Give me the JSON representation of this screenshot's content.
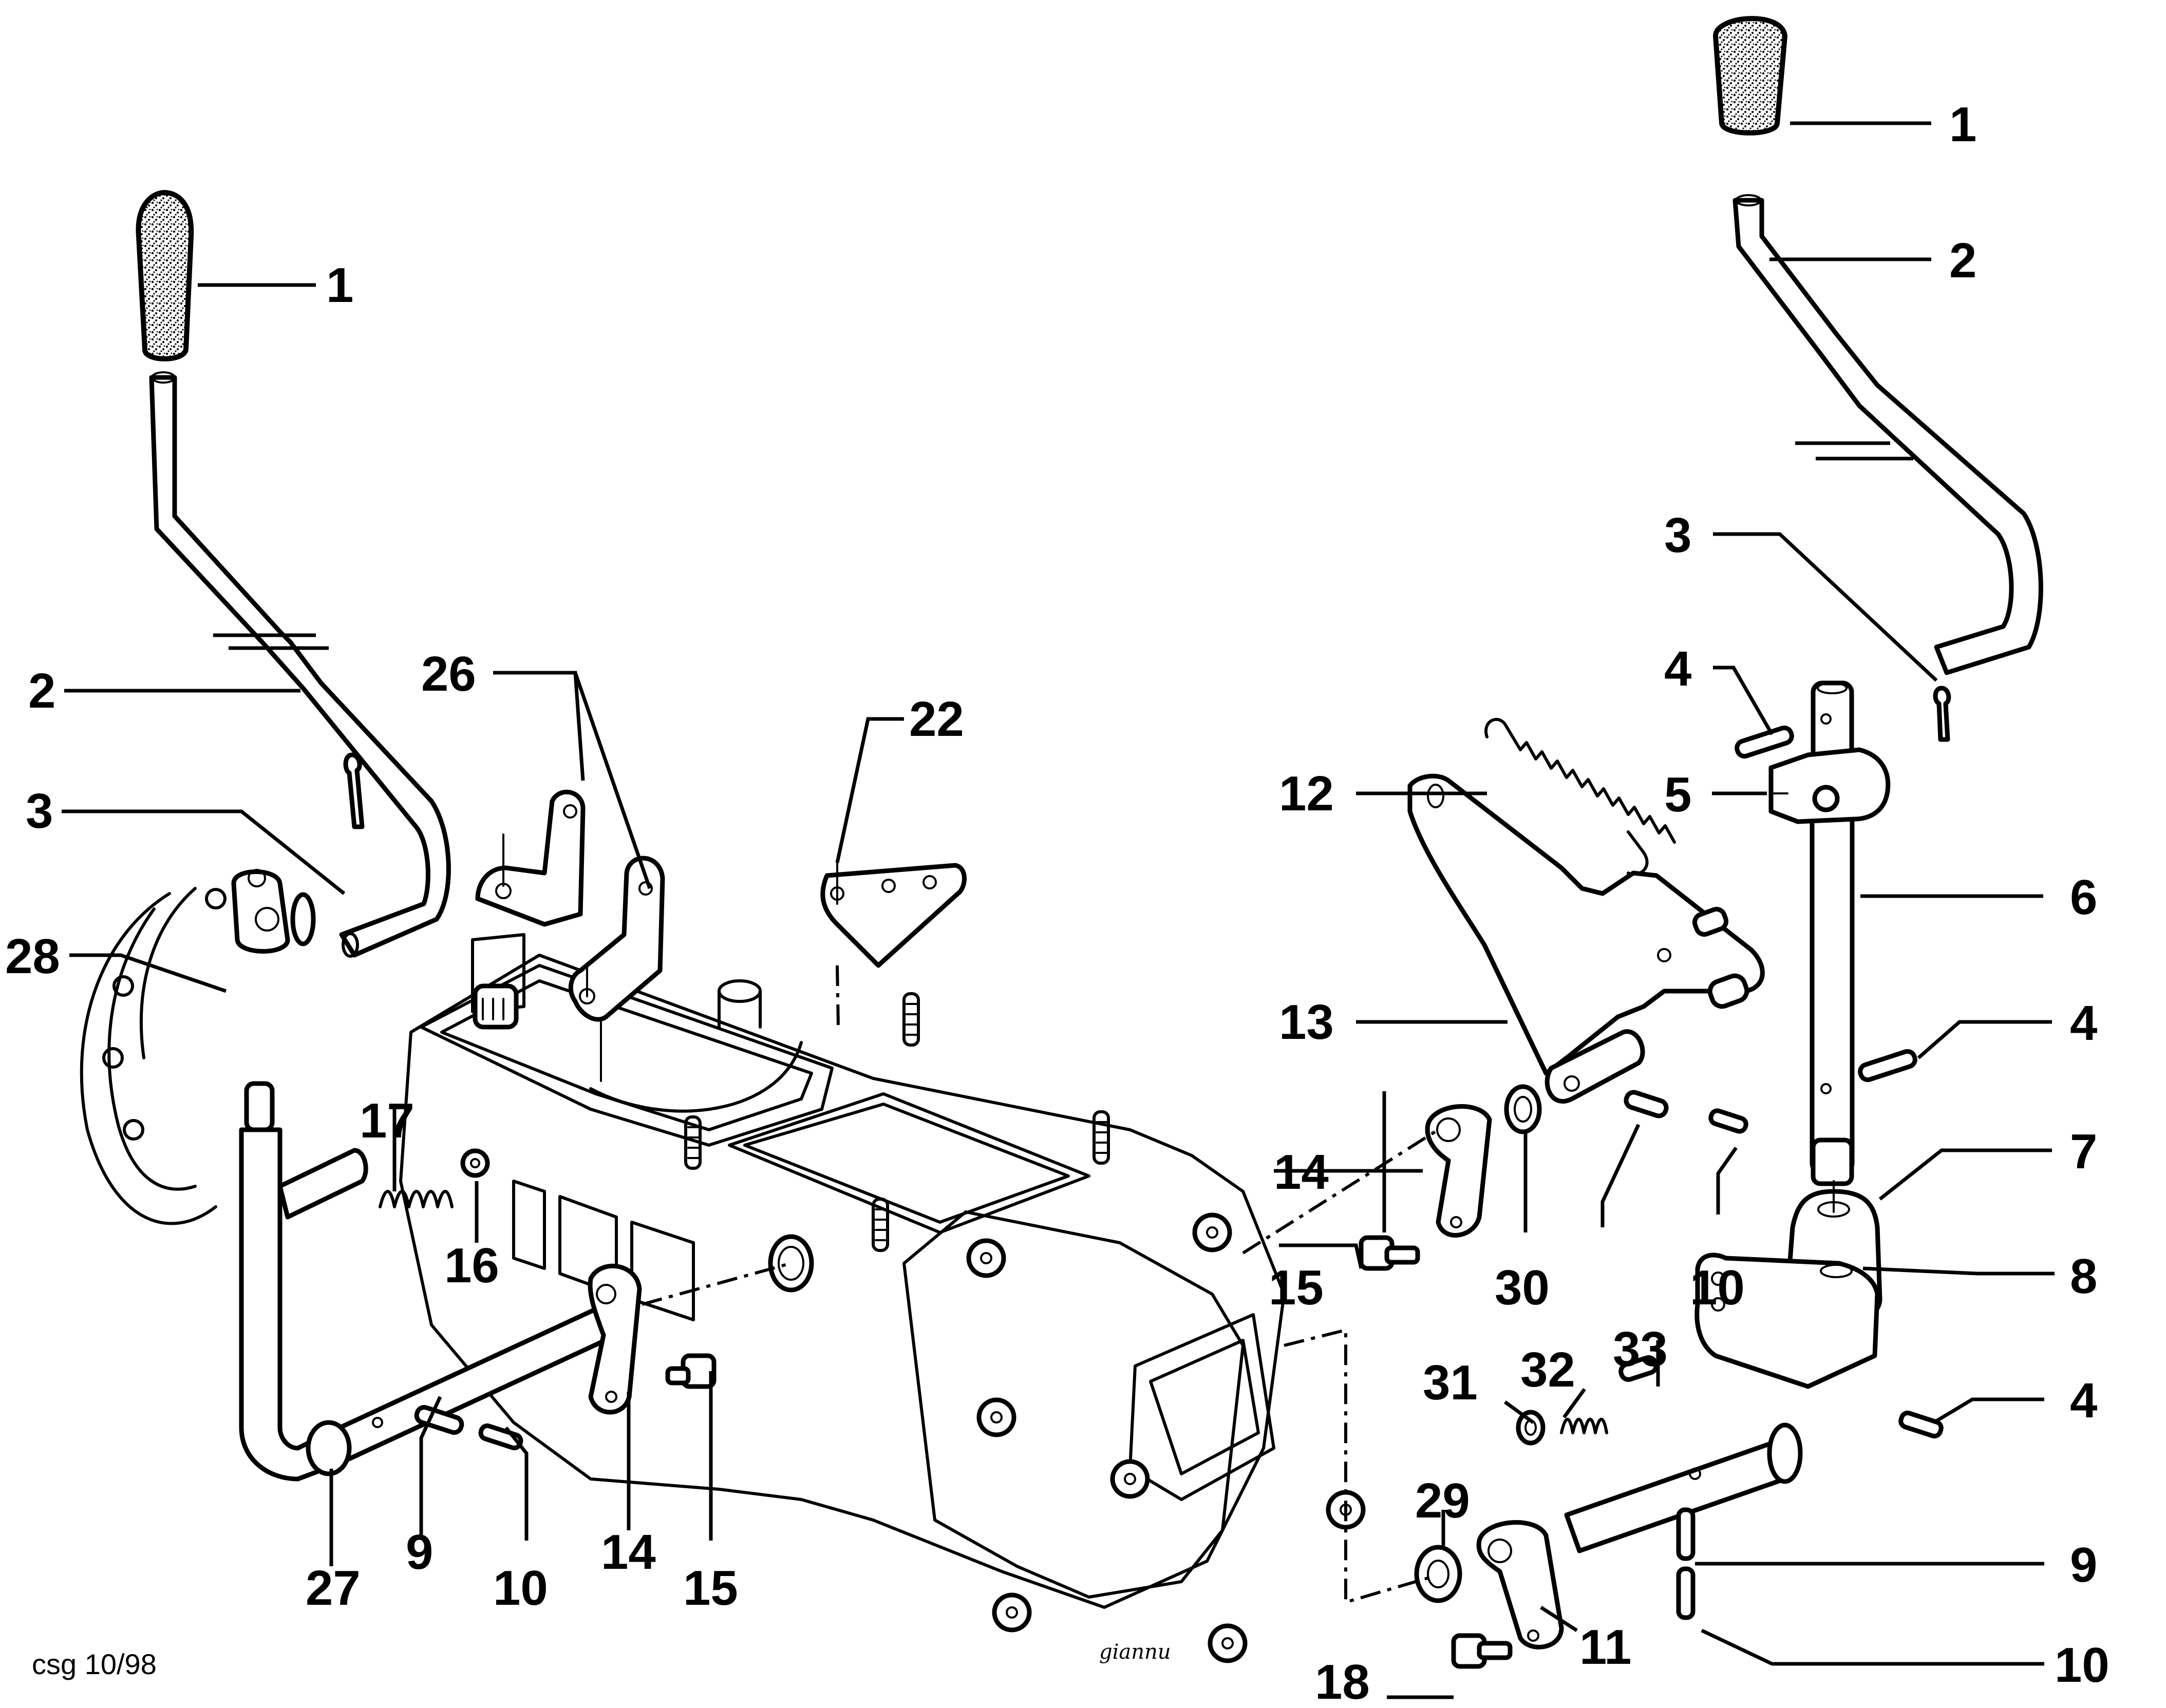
{
  "figure": {
    "type": "exploded-parts-diagram",
    "subject": "gearshift lever linkage and gearbox",
    "credit": "csg 10/98",
    "artist_signature": "giannu"
  },
  "callouts": {
    "left_assembly": {
      "knob": "1",
      "lever": "2",
      "split_pin": "3",
      "bracket_pair": "26",
      "plate": "22",
      "clamp": "28",
      "spring": "17",
      "ball": "16",
      "shaft_elbow": "27",
      "pin_a": "9",
      "pin_b": "10",
      "arm": "14",
      "bolt": "15"
    },
    "right_assembly": {
      "knob": "1",
      "lever": "2",
      "split_pin": "3",
      "roll_pin_top": "4",
      "clevis": "5",
      "vertical_shaft": "6",
      "roll_pin_mid": "4",
      "coupler": "7",
      "yoke_block": "8",
      "roll_pin_low": "4",
      "pin_a": "9",
      "pin_b": "10",
      "spring": "12",
      "bellcrank": "13",
      "arm_upper": "14",
      "washer_upper": "30",
      "bolt_upper": "15",
      "pin_upper_a": "10",
      "washer_small": "31",
      "spring_small": "32",
      "plunger": "33",
      "washer_lower": "29",
      "arm_lower": "11",
      "bolt_lower": "18"
    }
  }
}
